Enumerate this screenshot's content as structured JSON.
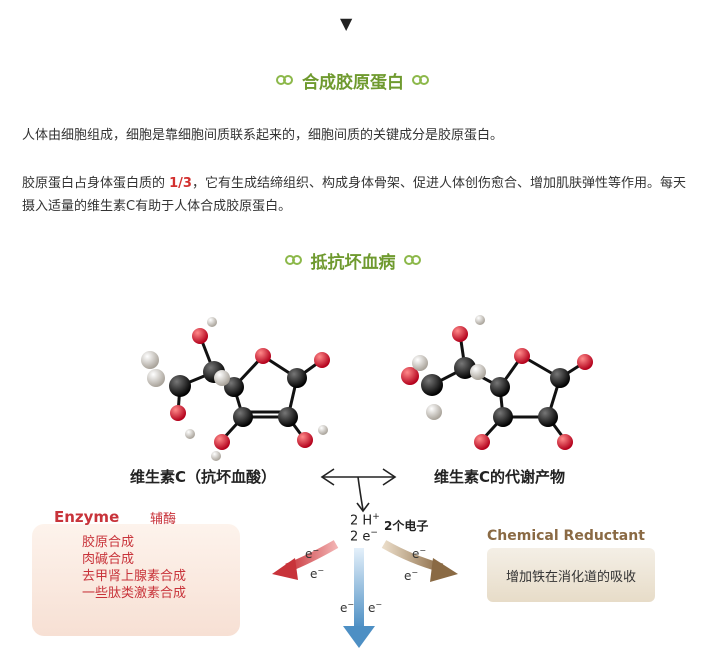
{
  "top_arrow": "▼",
  "section1": {
    "title": "合成胶原蛋白"
  },
  "para1": "人体由细胞组成，细胞是靠细胞间质联系起来的，细胞间质的关键成分是胶原蛋白。",
  "para2": {
    "before": "胶原蛋白占身体蛋白质的 ",
    "highlight": "1/3",
    "after": "，它有生成结缔组织、构成身体骨架、促进人体创伤愈合、增加肌肤弹性等作用。每天摄入适量的维生素C有助于人体合成胶原蛋白。"
  },
  "section2": {
    "title": "抵抗坏血病"
  },
  "diagram": {
    "left_label": "维生素C（抗坏血酸）",
    "right_label": "维生素C的代谢产物",
    "center_h": "2 H",
    "center_h_sup": "+",
    "center_e": "2 e",
    "center_e_sup": "−",
    "two_electrons": "2个电子",
    "electron_label": "e",
    "electron_sup": "−",
    "enzyme": {
      "title": "Enzyme",
      "subtitle": "辅酶",
      "items": [
        "胶原合成",
        "肉碱合成",
        "去甲肾上腺素合成",
        "一些肽类激素合成"
      ]
    },
    "chemical": {
      "title": "Chemical Reductant",
      "item": "增加铁在消化道的吸收"
    },
    "colors": {
      "enzyme": "#c8333a",
      "reductant": "#8a6a44",
      "down": "#4d8fc4"
    }
  }
}
